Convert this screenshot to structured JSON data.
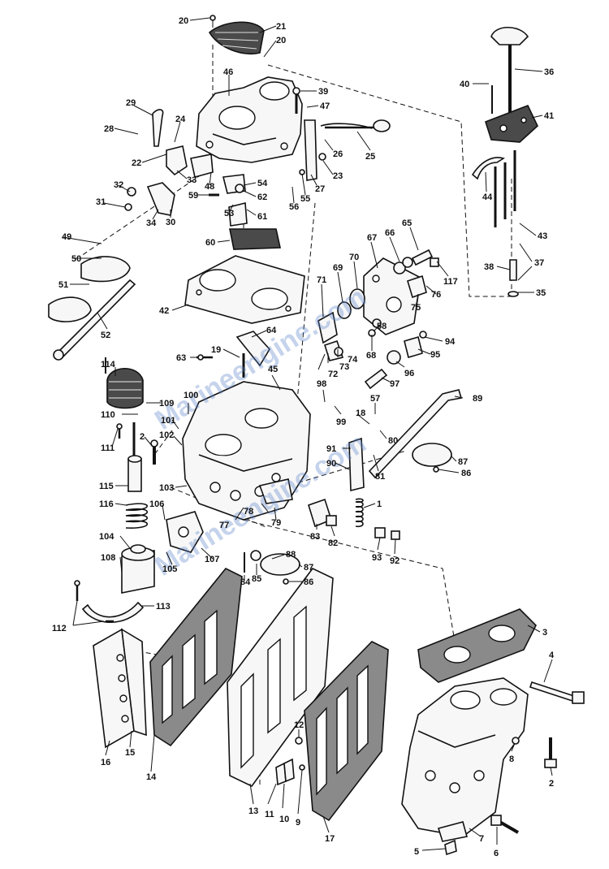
{
  "watermark": {
    "text_1": "Marineengine.com",
    "text_2": "Marineengine.com",
    "color": "#5a82c8"
  },
  "callouts": {
    "c20a": "20",
    "c21": "21",
    "c20b": "20",
    "c36": "36",
    "c46": "46",
    "c39": "39",
    "c40": "40",
    "c47": "47",
    "c41": "41",
    "c29": "29",
    "c24": "24",
    "c28": "28",
    "c26": "26",
    "c25": "25",
    "c22": "22",
    "c33": "33",
    "c23": "23",
    "c44": "44",
    "c48": "48",
    "c54": "54",
    "c27": "27",
    "c55": "55",
    "c62": "62",
    "c56": "56",
    "c32": "32",
    "c59": "59",
    "c53": "53",
    "c61": "61",
    "c31": "31",
    "c34": "34",
    "c30": "30",
    "c43": "43",
    "c65": "65",
    "c49": "49",
    "c60": "60",
    "c66": "66",
    "c67": "67",
    "c50": "50",
    "c70": "70",
    "c69": "69",
    "c117": "117",
    "c37": "37",
    "c38": "38",
    "c51": "51",
    "c71": "71",
    "c76": "76",
    "c75": "75",
    "c35": "35",
    "c42": "42",
    "c64": "64",
    "c58": "58",
    "c94": "94",
    "c52": "52",
    "c68": "68",
    "c63": "63",
    "c74": "74",
    "c73": "73",
    "c72": "72",
    "c95": "95",
    "c114": "114",
    "c19": "19",
    "c45": "45",
    "c96": "96",
    "c97": "97",
    "c98": "98",
    "c109": "109",
    "c100": "100",
    "c110": "110",
    "c99": "99",
    "c57": "57",
    "c89": "89",
    "c101": "101",
    "c111": "111",
    "c2a": "2",
    "c102": "102",
    "c18": "18",
    "c91": "91",
    "c80": "80",
    "c90": "90",
    "c81": "81",
    "c87a": "87",
    "c86a": "86",
    "c115": "115",
    "c103": "103",
    "c1": "1",
    "c116": "116",
    "c106": "106",
    "c78": "78",
    "c79": "79",
    "c77": "77",
    "c83": "83",
    "c82": "82",
    "c104": "104",
    "c93": "93",
    "c92": "92",
    "c88": "88",
    "c107": "107",
    "c105": "105",
    "c87b": "87",
    "c108": "108",
    "c84": "84",
    "c85": "85",
    "c86b": "86",
    "c113": "113",
    "c112": "112",
    "c3": "3",
    "c4": "4",
    "c12": "12",
    "c16": "16",
    "c15": "15",
    "c14": "14",
    "c8": "8",
    "c2b": "2",
    "c13": "13",
    "c11": "11",
    "c10": "10",
    "c9": "9",
    "c17": "17",
    "c7": "7",
    "c5": "5",
    "c6": "6"
  }
}
